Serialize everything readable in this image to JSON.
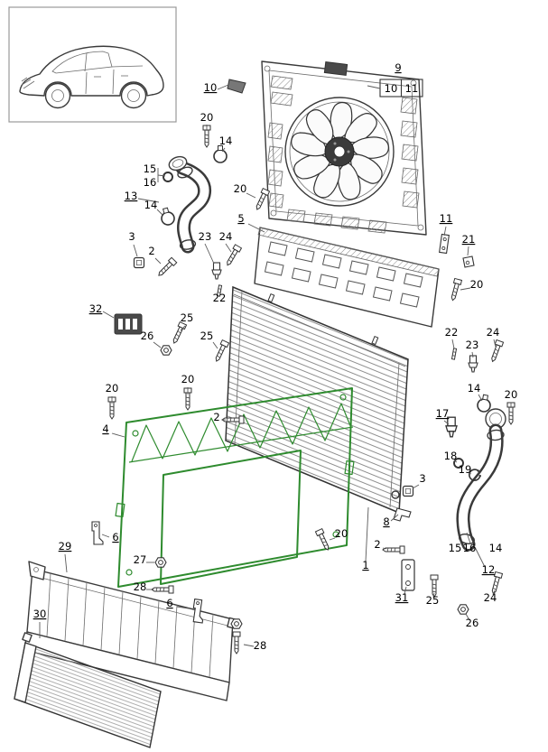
{
  "colors": {
    "highlight": "#2e8b2e",
    "line": "#3a3a3a"
  },
  "callouts": [
    {
      "n": "10"
    },
    {
      "n": "9"
    },
    {
      "n": "10"
    },
    {
      "n": "11"
    },
    {
      "n": "20"
    },
    {
      "n": "14"
    },
    {
      "n": "15"
    },
    {
      "n": "16"
    },
    {
      "n": "13"
    },
    {
      "n": "14"
    },
    {
      "n": "20"
    },
    {
      "n": "3"
    },
    {
      "n": "2"
    },
    {
      "n": "5"
    },
    {
      "n": "23"
    },
    {
      "n": "24"
    },
    {
      "n": "22"
    },
    {
      "n": "32"
    },
    {
      "n": "26"
    },
    {
      "n": "25"
    },
    {
      "n": "25"
    },
    {
      "n": "20"
    },
    {
      "n": "2"
    },
    {
      "n": "20"
    },
    {
      "n": "4"
    },
    {
      "n": "11"
    },
    {
      "n": "21"
    },
    {
      "n": "20"
    },
    {
      "n": "22"
    },
    {
      "n": "23"
    },
    {
      "n": "24"
    },
    {
      "n": "14"
    },
    {
      "n": "20"
    },
    {
      "n": "17"
    },
    {
      "n": "18"
    },
    {
      "n": "19"
    },
    {
      "n": "3"
    },
    {
      "n": "8"
    },
    {
      "n": "20"
    },
    {
      "n": "2"
    },
    {
      "n": "1"
    },
    {
      "n": "31"
    },
    {
      "n": "25"
    },
    {
      "n": "26"
    },
    {
      "n": "24"
    },
    {
      "n": "15"
    },
    {
      "n": "16"
    },
    {
      "n": "14"
    },
    {
      "n": "12"
    },
    {
      "n": "6"
    },
    {
      "n": "27"
    },
    {
      "n": "28"
    },
    {
      "n": "6"
    },
    {
      "n": "29"
    },
    {
      "n": "30"
    },
    {
      "n": "28"
    }
  ]
}
